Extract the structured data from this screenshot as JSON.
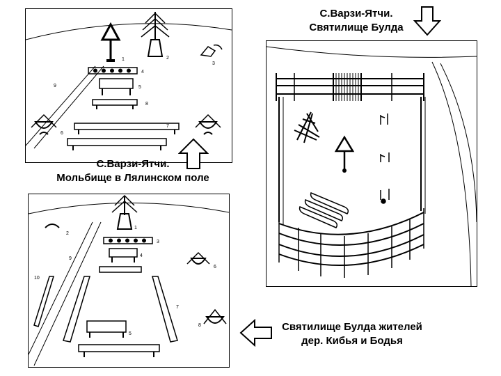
{
  "captions": {
    "top_right_line1": "С.Варзи-Ятчи.",
    "top_right_line2": "Святилище Булда",
    "middle_line1": "С.Варзи-Ятчи.",
    "middle_line2": "Мольбище в Лялинском поле",
    "bottom_line1": "Святилище Булда жителей",
    "bottom_line2": "дер. Кибья и Бодья"
  },
  "panel1_labels": [
    "1",
    "2",
    "3",
    "4",
    "5",
    "6",
    "7",
    "8",
    "9"
  ],
  "panel3_labels": [
    "1",
    "2",
    "3",
    "4",
    "5",
    "6",
    "7",
    "8",
    "9",
    "10"
  ],
  "colors": {
    "ink": "#000000",
    "paper": "#ffffff"
  },
  "icons": [
    "down-arrow-icon",
    "up-arrow-icon",
    "left-arrow-icon"
  ]
}
